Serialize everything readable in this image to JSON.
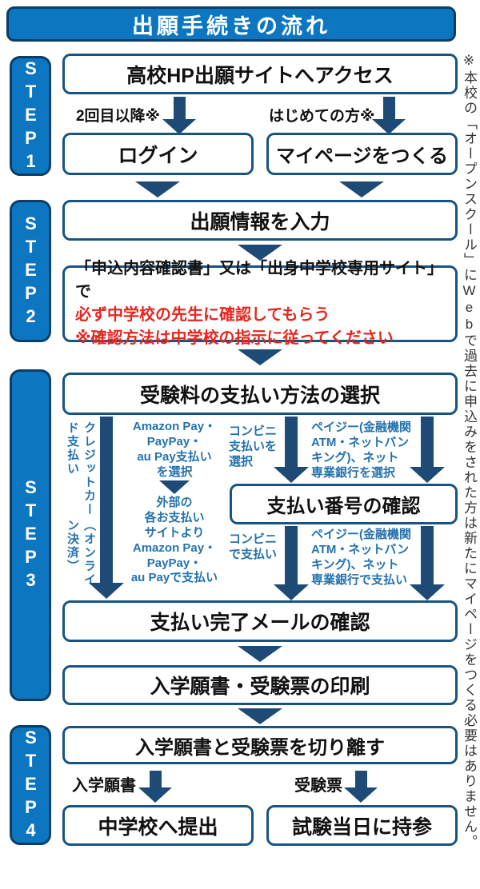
{
  "title": "出願手続きの流れ",
  "side_note": "※本校の「オープンスクール」にWebで過去に申込みをされた方は新たにマイページをつくる必要はありません。",
  "colors": {
    "blue": "#0d76c1",
    "navy_arrow": "#1d4b76",
    "box_border": "#185482",
    "branch_text_blue": "#2472ae",
    "warning_red": "#e7251d"
  },
  "step1": {
    "label": "STEP1",
    "access": "高校HP出願サイトへアクセス",
    "branch_left_label": "2回目以降※",
    "branch_right_label": "はじめての方※",
    "login": "ログイン",
    "create_mypage": "マイページをつくる"
  },
  "step2": {
    "label": "STEP2",
    "enter_info": "出願情報を入力",
    "notice_line1": "「申込内容確認書」又は「出身中学校専用サイト」で",
    "notice_line2": "必ず中学校の先生に確認してもらう",
    "notice_line3": "※確認方法は中学校の指示に従ってください"
  },
  "step3": {
    "label": "STEP3",
    "select_payment": "受験料の支払い方法の選択",
    "credit_line1": "クレジットカード支払い",
    "credit_line2": "（オンライン決済）",
    "online_select": "Amazon Pay・\nPayPay・\nau Pay支払い\nを選択",
    "online_pay": "外部の\n各お支払い\nサイトより\nAmazon Pay・\nPayPay・\nau Payで支払い",
    "convenience_select": "コンビニ\n支払いを\n選択",
    "convenience_pay": "コンビニ\nで支払い",
    "payeasy_select": "ペイジー(金融機関\nATM・ネットバン\nキング)、ネット\n専業銀行を選択",
    "payeasy_pay": "ペイジー(金融機関\nATM・ネットバン\nキング)、ネット\n専業銀行で支払い",
    "confirm_number": "支払い番号の確認",
    "confirm_mail": "支払い完了メールの確認",
    "print": "入学願書・受験票の印刷"
  },
  "step4": {
    "label": "STEP4",
    "separate": "入学願書と受験票を切り離す",
    "branch_left_label": "入学願書",
    "branch_right_label": "受験票",
    "submit": "中学校へ提出",
    "bring": "試験当日に持参"
  }
}
